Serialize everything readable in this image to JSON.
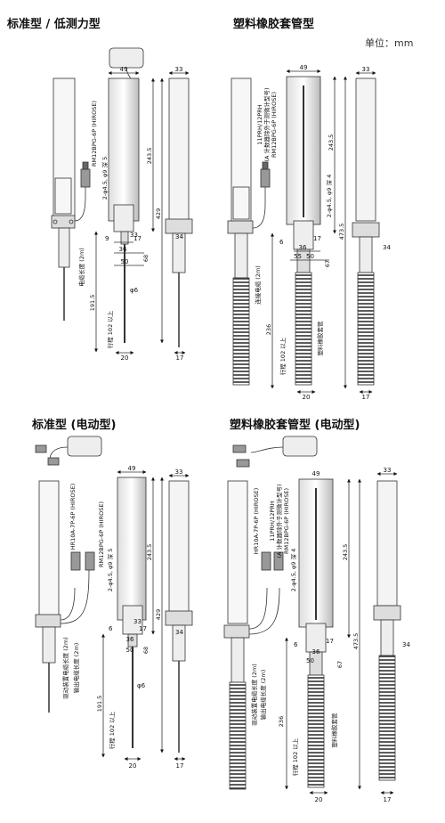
{
  "titles": {
    "top_left": "标准型 / 低测力型",
    "top_right": "塑料橡胶套管型",
    "bottom_left": "标准型 (电动型)",
    "bottom_right": "塑料橡胶套管型 (电动型)"
  },
  "unit_label": "单位：mm",
  "panels": {
    "p1": {
      "d_width": "49",
      "d_side": "33",
      "d_len": "243.5",
      "d_total": "429",
      "d_hole": "2-φ4.5, φ9 深 5",
      "d_conn": "RM12BPG-6P (HIROSE)",
      "d_cable": "电缆长度 (2m)",
      "d_stroke": "行程 102 以上",
      "d_1915": "191.5",
      "d_9": "9",
      "d_36": "36",
      "d_17a": "17",
      "d_33": "33",
      "d_50": "50",
      "d_68": "68",
      "d_6": "φ6",
      "d_20": "20",
      "d_17b": "17",
      "d_34": "34"
    },
    "p2": {
      "d_width": "49",
      "d_side": "33",
      "d_len": "243.5",
      "d_total": "473.5",
      "d_hole": "2-φ4.5, φ9 深 4",
      "d_conn": "11PRH/12PRH",
      "d_conn2": "(A 计数器除外于测微计型号)",
      "d_conn3": "RM12BPG-6P (HIROSE)",
      "d_cable": "连接电缆 (2m)",
      "d_stroke": "行程 102 以上",
      "d_236": "236",
      "d_6": "6",
      "d_36": "36",
      "d_17": "17",
      "d_55": "55",
      "d_50": "50",
      "d_67": "67",
      "d_20": "20",
      "d_17b": "17",
      "d_34": "34",
      "d_boot": "塑料橡胶套管"
    },
    "p3": {
      "d_width": "49",
      "d_side": "33",
      "d_len": "243.5",
      "d_total": "429",
      "d_hole": "2-φ4.5, φ9 深 5",
      "d_conn": "RM12BPG-6P (HIROSE)",
      "d_conn_b": "HR10A-7P-6P (HIROSE)",
      "d_cable": "驱动装置电缆长度 (2m)",
      "d_cable2": "输出电缆长度 (2m)",
      "d_stroke": "行程 102 以上",
      "d_1915": "191.5",
      "d_6a": "6",
      "d_36": "36",
      "d_17": "17",
      "d_33": "33",
      "d_50": "50",
      "d_68": "68",
      "d_phi6": "φ6",
      "d_20": "20",
      "d_17b": "17",
      "d_34": "34"
    },
    "p4": {
      "d_width": "49",
      "d_side": "33",
      "d_len": "243.5",
      "d_total": "473.5",
      "d_hole": "2-φ4.5, φ9 深 4",
      "d_conn": "11PRH/12PRH",
      "d_conn2": "(A 计数器除外于测微计型号)",
      "d_conn3": "RM12BPG-6P (HIROSE)",
      "d_conn_b": "HR10A-7P-6P (HIROSE)",
      "d_cable": "驱动装置电缆长度 (2m)",
      "d_cable2": "输出电缆长度 (2m)",
      "d_stroke": "行程 102 以上",
      "d_236": "236",
      "d_6": "6",
      "d_36": "36",
      "d_17": "17",
      "d_50": "50",
      "d_67": "67",
      "d_20": "20",
      "d_17b": "17",
      "d_34": "34",
      "d_boot": "塑料橡胶套管"
    }
  }
}
